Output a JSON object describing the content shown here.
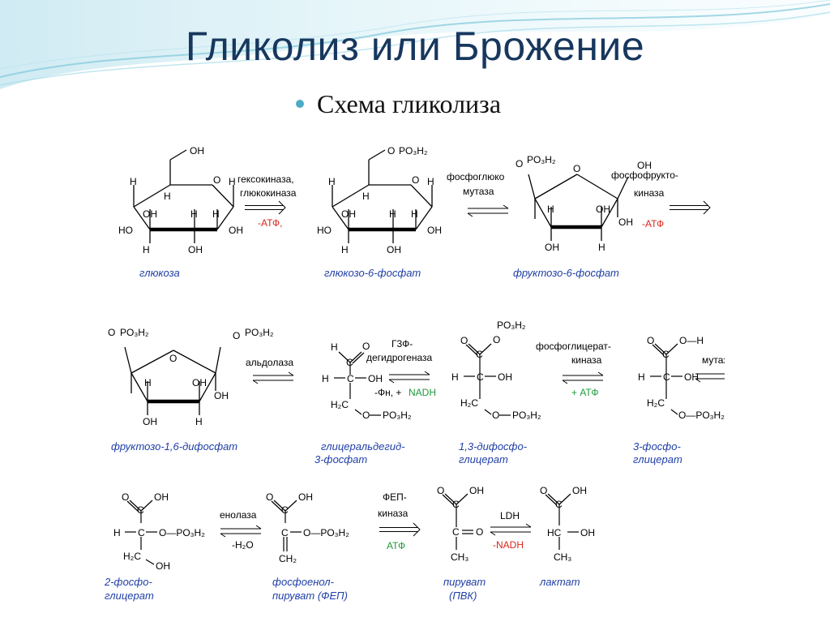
{
  "slide": {
    "title": "Гликолиз или Брожение",
    "bullet": "Схема гликолиза"
  },
  "colors": {
    "title": "#17375e",
    "compound_label": "#1f3fa6",
    "atp_red": "#d9261c",
    "atp_green": "#1e9a3a",
    "bullet": "#4bacc6"
  },
  "compounds": {
    "glucose": "глюкоза",
    "g6p": "глюкозо-6-фосфат",
    "f6p": "фруктозо-6-фосфат",
    "f16bp": "фруктозо-1,6-дифосфат",
    "g3p_1": "глицеральдегид-",
    "g3p_2": "3-фосфат",
    "bpg_1": "1,3-дифосфо-",
    "bpg_2": "глицерат",
    "pg3_1": "3-фосфо-",
    "pg3_2": "глицерат",
    "pg2_1": "2-фосфо-",
    "pg2_2": "глицерат",
    "pep_1": "фосфоенол-",
    "pep_2": "пируват (ФЕП)",
    "pyruvate_1": "пируват",
    "pyruvate_2": "(ПВК)",
    "lactate": "лактат"
  },
  "enzymes": {
    "hexokinase_1": "гексокиназа,",
    "hexokinase_2": "глюкокиназа",
    "hexokinase_cofactor": "-АТФ,",
    "pgi_1": "фосфоглюко",
    "pgi_2": "мутаза",
    "pfk_1": "фосфофрукто-",
    "pfk_2": "киназа",
    "pfk_cofactor": "-АТФ",
    "aldolase": "альдолаза",
    "g3pdh_1": "Г3Ф-",
    "g3pdh_2": "дегидрогеназа",
    "g3pdh_cofactor_a": "-Фн, +",
    "g3pdh_cofactor_b": "NADH",
    "pgk_1": "фосфоглицерат-",
    "pgk_2": "киназа",
    "pgk_cofactor": "+ АТФ",
    "pgm": "мутаза",
    "enolase": "енолаза",
    "enolase_cofactor": "-H₂O",
    "pk_1": "ФЕП-",
    "pk_2": "киназа",
    "pk_cofactor": "АТФ",
    "ldh": "LDH",
    "ldh_cofactor": "-NADH"
  },
  "formula": {
    "OH": "OH",
    "HO": "HO",
    "H": "H",
    "O": "O",
    "C": "C",
    "HC": "HC",
    "PO3H2": "PO₃H₂",
    "O_PO3H2": "O—PO₃H₂",
    "OPO3H2": "O—PO₃H₂",
    "H2C": "H₂C",
    "CH2": "CH₂",
    "CH3": "CH₃",
    "O_H": "O—H"
  }
}
